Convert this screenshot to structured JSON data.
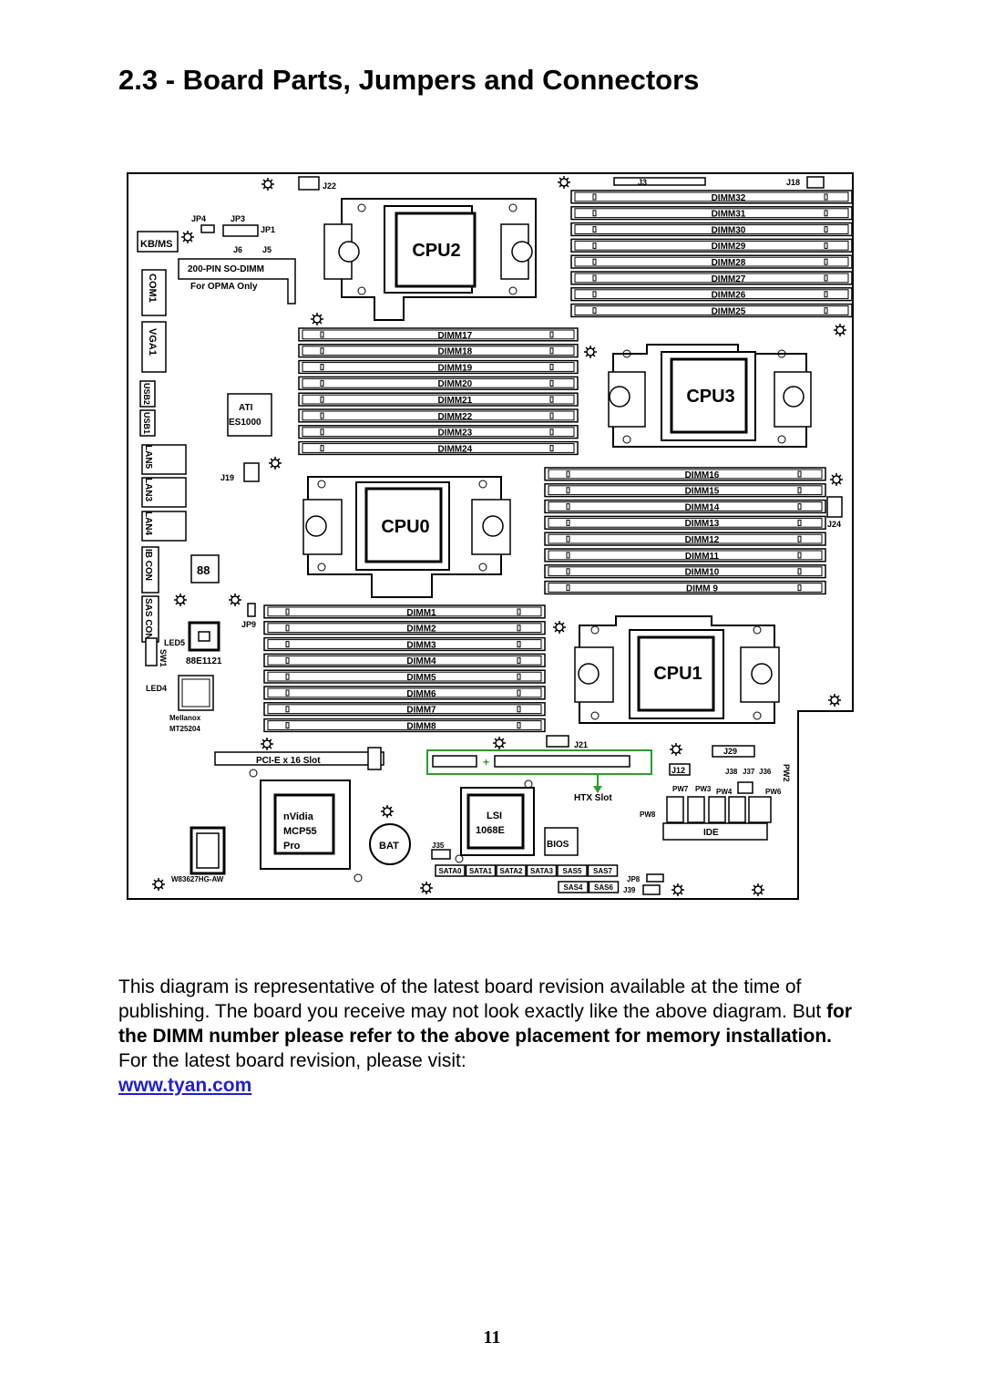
{
  "page": {
    "title": "2.3 - Board Parts, Jumpers and Connectors",
    "page_number": "11"
  },
  "paragraph": {
    "text_1": "This diagram is representative of the latest board revision available at the time of publishing. The board you receive may not look exactly like the above diagram. But ",
    "bold_text": "for the DIMM number please refer to the above placement for memory installation.",
    "text_2": " For the latest board revision, please visit: ",
    "link": "www.tyan.com"
  },
  "board": {
    "cpus": [
      "CPU2",
      "CPU3",
      "CPU0",
      "CPU1"
    ],
    "dimm_groups": {
      "cpu2": [
        "DIMM32",
        "DIMM31",
        "DIMM30",
        "DIMM29",
        "DIMM28",
        "DIMM27",
        "DIMM26",
        "DIMM25"
      ],
      "cpu0": [
        "DIMM17",
        "DIMM18",
        "DIMM19",
        "DIMM20",
        "DIMM21",
        "DIMM22",
        "DIMM23",
        "DIMM24"
      ],
      "cpu3": [
        "DIMM16",
        "DIMM15",
        "DIMM14",
        "DIMM13",
        "DIMM12",
        "DIMM11",
        "DIMM10",
        "DIMM 9"
      ],
      "cpu1": [
        "DIMM1",
        "DIMM2",
        "DIMM3",
        "DIMM4",
        "DIMM5",
        "DIMM6",
        "DIMM7",
        "DIMM8"
      ]
    },
    "ports": [
      "KB/MS",
      "COM1",
      "VGA1",
      "USB2",
      "USB1",
      "LAN5",
      "LAN3",
      "LAN4",
      "IB CON",
      "SAS CON"
    ],
    "labels": {
      "j22": "J22",
      "j3": "J3",
      "j18": "J18",
      "jp4": "JP4",
      "jp3": "JP3",
      "jp1": "JP1",
      "j6": "J6",
      "j5": "J5",
      "sodimm": "200-PIN SO-DIMM",
      "opma": "For OPMA Only",
      "ati": "ATI",
      "es1000": "ES1000",
      "j19": "J19",
      "j24": "J24",
      "jp9": "JP9",
      "led5": "LED5",
      "led4": "LED4",
      "sw1": "SW1",
      "chip_88e": "88E1121",
      "mellanox": "Mellanox",
      "mt25204": "MT25204",
      "j21": "J21",
      "pcie": "PCI-E x 16 Slot",
      "htx": "HTX Slot",
      "j29": "J29",
      "j12": "J12",
      "j38": "J38",
      "j37": "J37",
      "j36": "J36",
      "pw2": "PW2",
      "pw7": "PW7",
      "pw3": "PW3",
      "pw4": "PW4",
      "pw6": "PW6",
      "pw8": "PW8",
      "ide": "IDE",
      "nvidia": "nVidia",
      "mcp55": "MCP55",
      "pro": "Pro",
      "bat": "BAT",
      "j35": "J35",
      "lsi": "LSI",
      "lsi_1068e": "1068E",
      "bios": "BIOS",
      "w83627": "W83627HG-AW",
      "jp8": "JP8",
      "j39": "J39"
    },
    "sata": [
      "SATA0",
      "SATA1",
      "SATA2",
      "SATA3",
      "SAS5",
      "SAS7"
    ],
    "sas_row2": [
      "SAS4",
      "SAS6"
    ],
    "colors": {
      "htx_highlight": "#2e9b2e",
      "line": "#000000"
    }
  }
}
